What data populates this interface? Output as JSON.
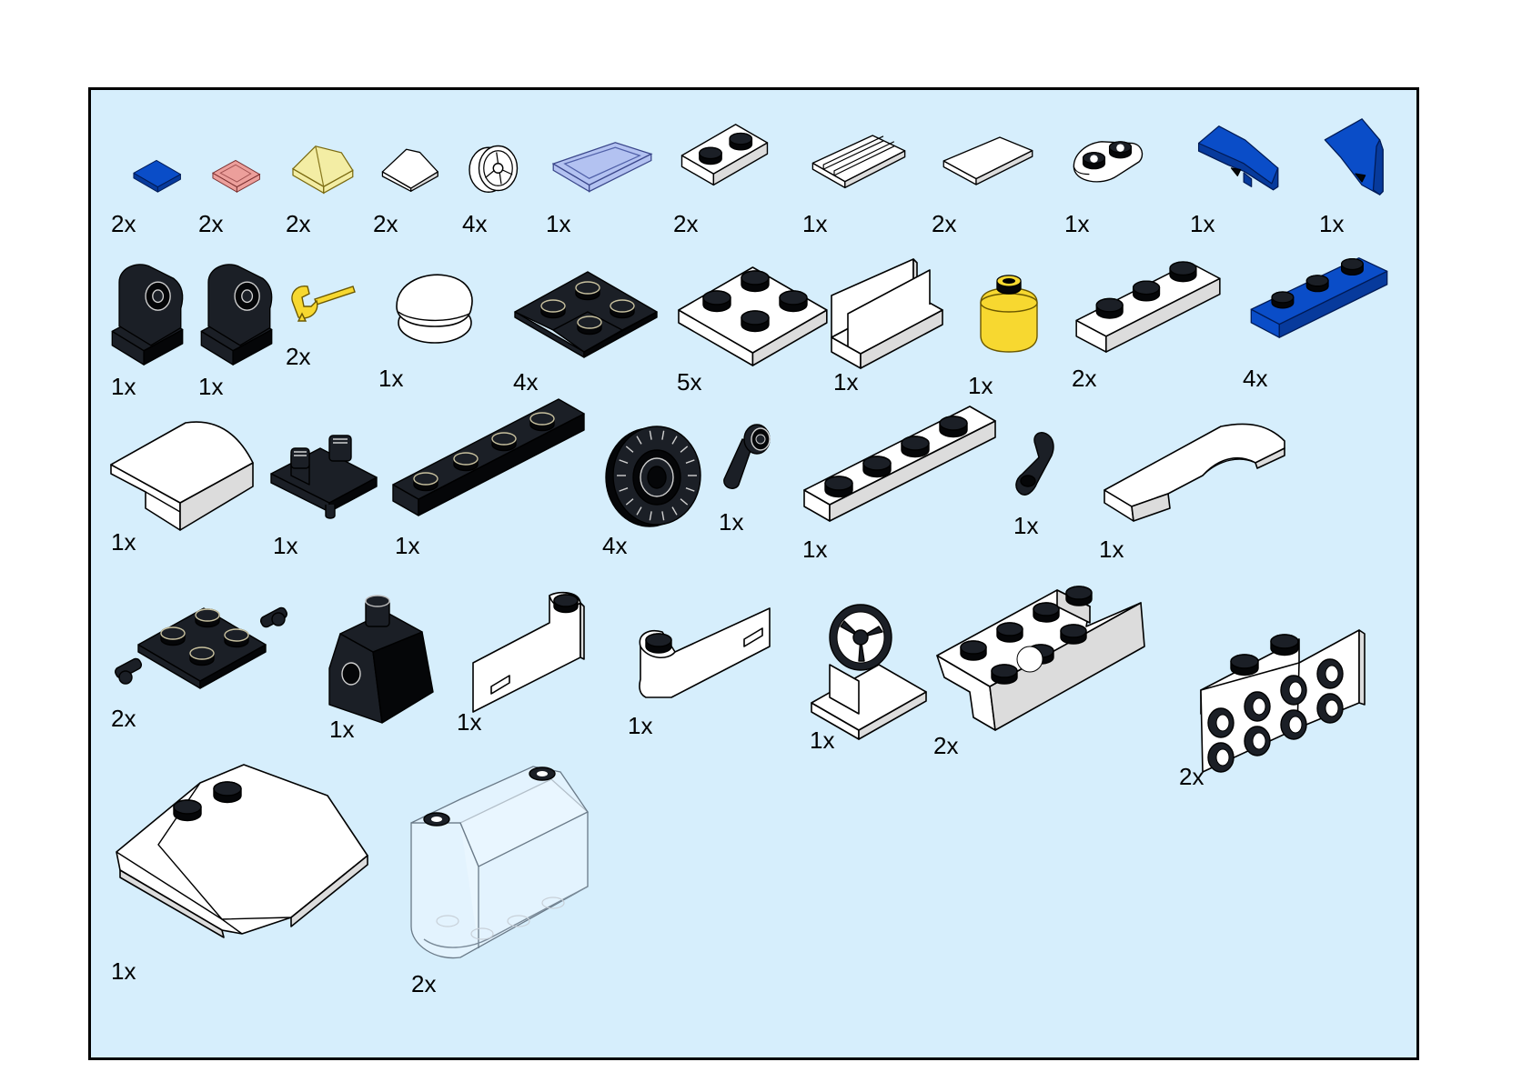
{
  "parts": [
    {
      "qty": "2x",
      "shape": "tile-1x1-blue"
    },
    {
      "qty": "2x",
      "shape": "tile-1x1-trans-red"
    },
    {
      "qty": "2x",
      "shape": "slope-trans-yellow"
    },
    {
      "qty": "2x",
      "shape": "slope-white"
    },
    {
      "qty": "4x",
      "shape": "wheel-rim-white"
    },
    {
      "qty": "1x",
      "shape": "tile-1x2-trans-blue"
    },
    {
      "qty": "2x",
      "shape": "plate-1x2-white"
    },
    {
      "qty": "1x",
      "shape": "tile-grille-white"
    },
    {
      "qty": "2x",
      "shape": "tile-1x2-white"
    },
    {
      "qty": "1x",
      "shape": "plate-rounded-white"
    },
    {
      "qty": "1x",
      "shape": "wedge-left-blue"
    },
    {
      "qty": "1x",
      "shape": "wedge-right-blue"
    },
    {
      "qty": "1x",
      "shape": "hinge-black"
    },
    {
      "qty": "1x",
      "shape": "hinge-black"
    },
    {
      "qty": "2x",
      "shape": "wrench-yellow"
    },
    {
      "qty": "1x",
      "shape": "cap-white"
    },
    {
      "qty": "4x",
      "shape": "plate-l-black"
    },
    {
      "qty": "5x",
      "shape": "plate-2x2-white"
    },
    {
      "qty": "1x",
      "shape": "bracket-white"
    },
    {
      "qty": "1x",
      "shape": "head-yellow"
    },
    {
      "qty": "2x",
      "shape": "plate-1x3-white"
    },
    {
      "qty": "4x",
      "shape": "plate-1x3-blue"
    },
    {
      "qty": "1x",
      "shape": "curved-slope-white"
    },
    {
      "qty": "1x",
      "shape": "clip-plate-black"
    },
    {
      "qty": "1x",
      "shape": "plate-1x4-black"
    },
    {
      "qty": "4x",
      "shape": "tire-black"
    },
    {
      "qty": "1x",
      "shape": "arm-black"
    },
    {
      "qty": "1x",
      "shape": "plate-1x4-white"
    },
    {
      "qty": "1x",
      "shape": "hand-black"
    },
    {
      "qty": "1x",
      "shape": "arch-white"
    },
    {
      "qty": "2x",
      "shape": "wheel-holder-black"
    },
    {
      "qty": "1x",
      "shape": "torso-black"
    },
    {
      "qty": "1x",
      "shape": "door-left-white"
    },
    {
      "qty": "1x",
      "shape": "door-right-white"
    },
    {
      "qty": "1x",
      "shape": "steering-wheel-white"
    },
    {
      "qty": "2x",
      "shape": "mudguard-white"
    },
    {
      "qty": "2x",
      "shape": "bracket-plate-white"
    },
    {
      "qty": "1x",
      "shape": "hood-white"
    },
    {
      "qty": "2x",
      "shape": "windscreen-trans-clear"
    }
  ],
  "colors": {
    "panel_background": "#d6eefc",
    "panel_border": "#000000",
    "blue": "#0a4dc8",
    "black": "#1b1f26",
    "yellow": "#f7d830"
  }
}
